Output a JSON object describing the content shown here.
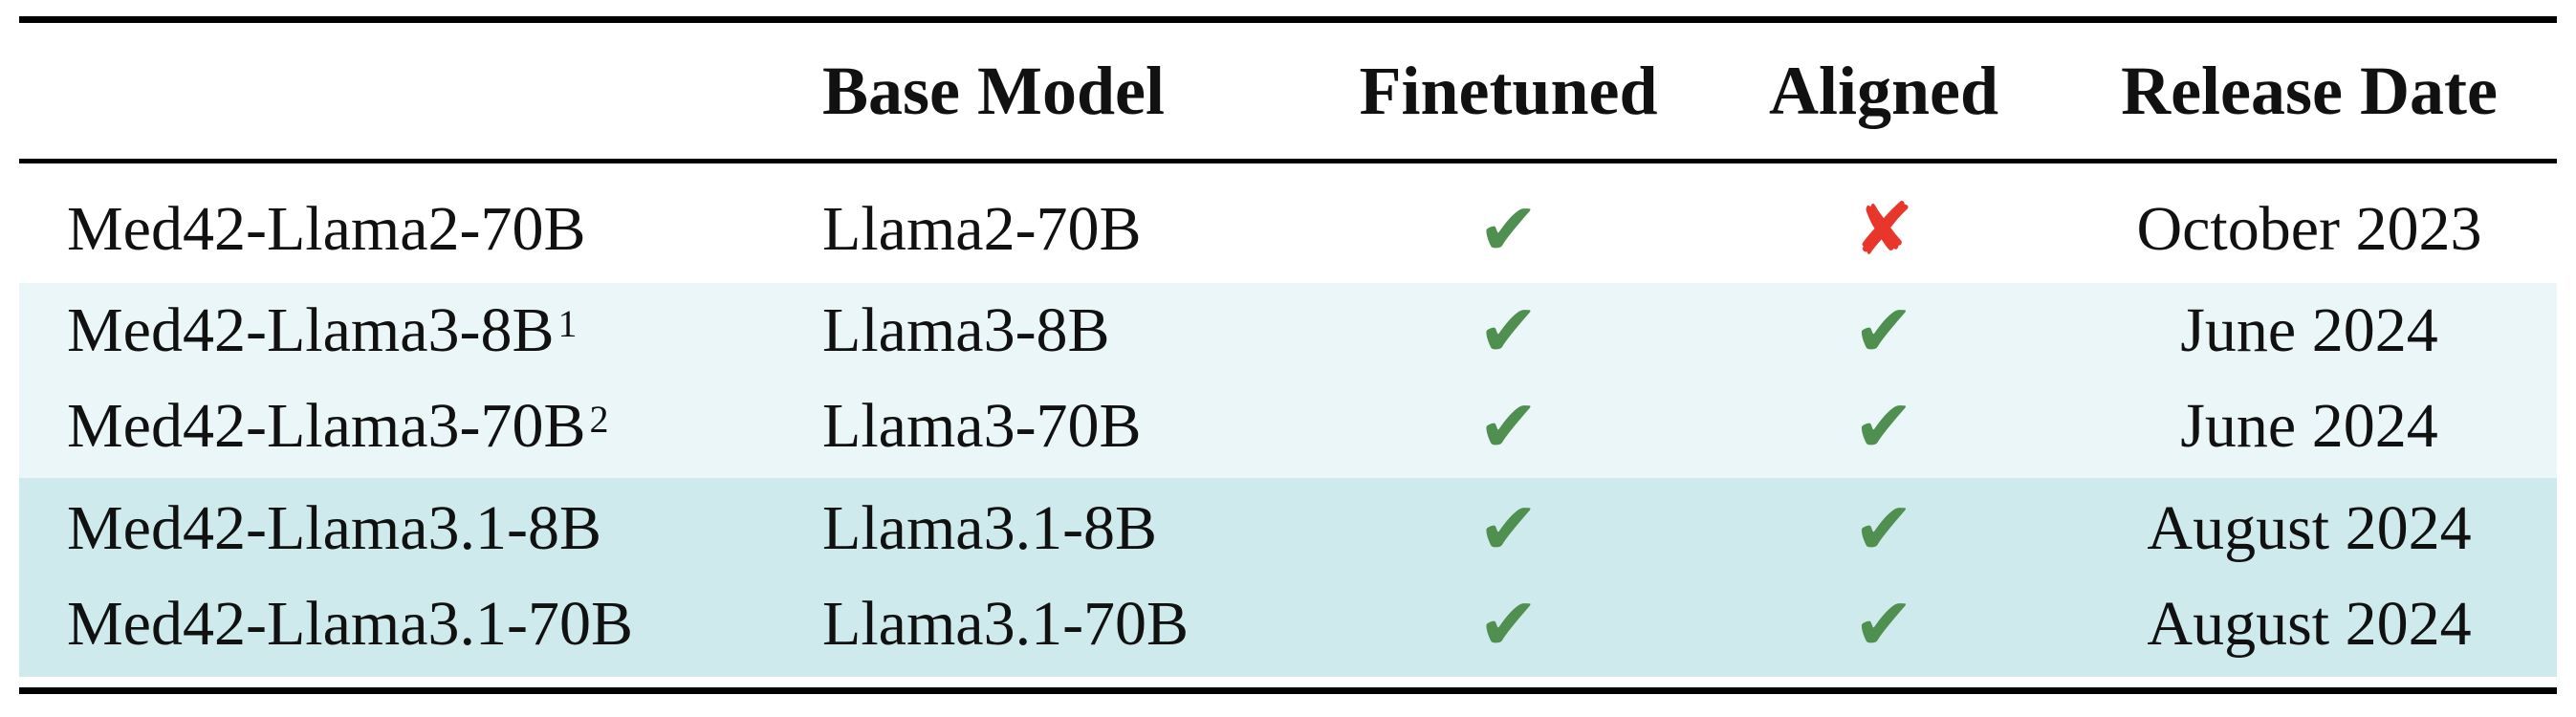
{
  "table": {
    "headers": [
      "",
      "Base Model",
      "Finetuned",
      "Aligned",
      "Release Date"
    ],
    "rows": [
      {
        "model": "Med42-Llama2-70B",
        "footnote": "",
        "base": "Llama2-70B",
        "finetuned": "✔",
        "aligned": "✘",
        "date": "October 2023"
      },
      {
        "model": "Med42-Llama3-8B",
        "footnote": "1",
        "base": "Llama3-8B",
        "finetuned": "✔",
        "aligned": "✔",
        "date": "June 2024"
      },
      {
        "model": "Med42-Llama3-70B",
        "footnote": "2",
        "base": "Llama3-70B",
        "finetuned": "✔",
        "aligned": "✔",
        "date": "June 2024"
      },
      {
        "model": "Med42-Llama3.1-8B",
        "footnote": "",
        "base": "Llama3.1-8B",
        "finetuned": "✔",
        "aligned": "✔",
        "date": "August 2024"
      },
      {
        "model": "Med42-Llama3.1-70B",
        "footnote": "",
        "base": "Llama3.1-70B",
        "finetuned": "✔",
        "aligned": "✔",
        "date": "August 2024"
      }
    ]
  },
  "colors": {
    "check": "#4f8f50",
    "cross": "#e8362b",
    "band_light": "#eaf6f7",
    "band_dark": "#cfeaec"
  }
}
